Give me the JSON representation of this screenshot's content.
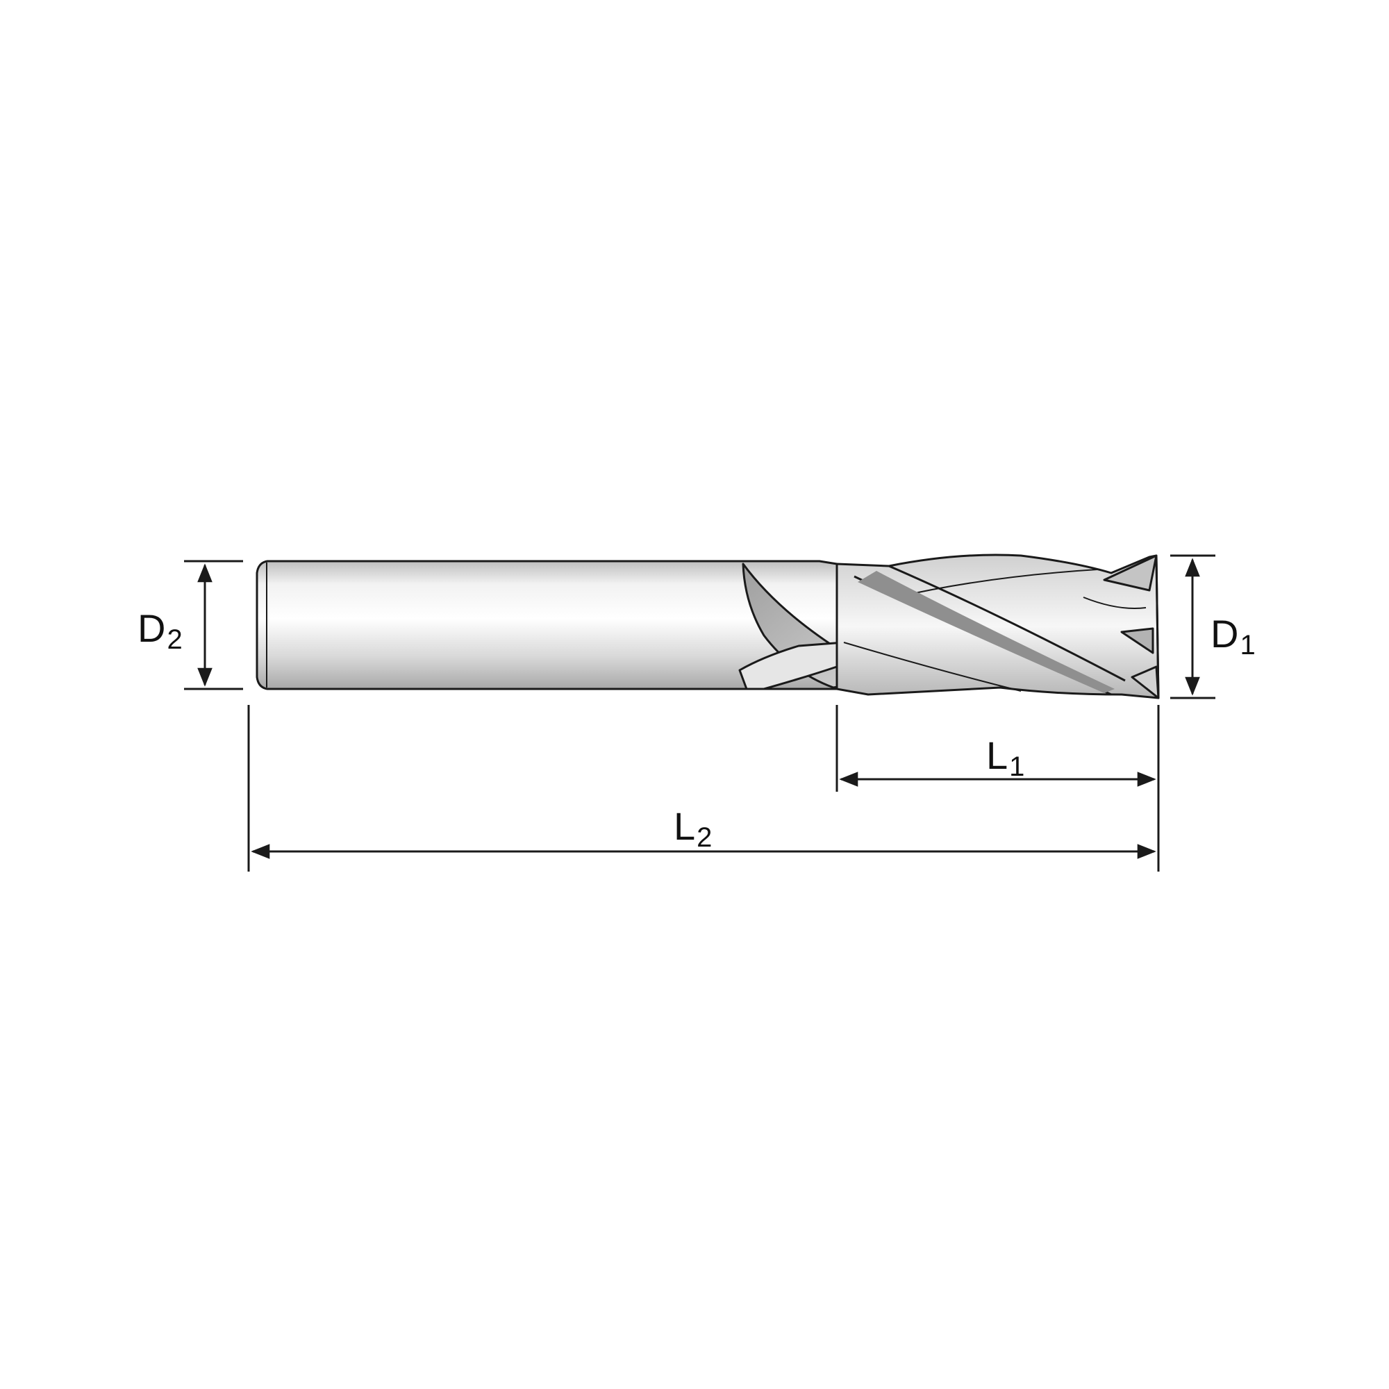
{
  "labels": {
    "d2": {
      "symbol": "D",
      "subscript": "2"
    },
    "d1": {
      "symbol": "D",
      "subscript": "1"
    },
    "l1": {
      "symbol": "L",
      "subscript": "1"
    },
    "l2": {
      "symbol": "L",
      "subscript": "2"
    }
  },
  "colors": {
    "line": "#1a1a1a",
    "body_light": "#f4f4f4",
    "body_mid": "#cfcfcf",
    "body_dark": "#9a9a9a"
  }
}
